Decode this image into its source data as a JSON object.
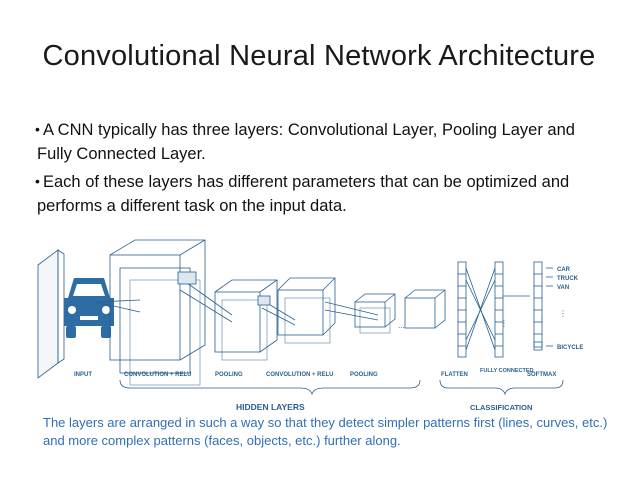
{
  "slide": {
    "title": "Convolutional Neural Network Architecture",
    "bullets": [
      {
        "marker": "•",
        "text": "A CNN typically has three layers: Convolutional Layer, Pooling Layer and Fully Connected Layer."
      },
      {
        "marker": "•",
        "text": "Each of these layers has different parameters that can be optimized and performs a different task on the input data."
      }
    ],
    "caption": "The layers are arranged in such a way so that they detect simpler patterns first (lines, curves, etc.) and more complex patterns (faces, objects, etc.) further along."
  },
  "diagram": {
    "stage_labels": {
      "input": "INPUT",
      "conv1": "CONVOLUTION + RELU",
      "pool1": "POOLING",
      "conv2": "CONVOLUTION + RELU",
      "pool2": "POOLING",
      "flatten": "FLATTEN",
      "fully_connected": "FULLY CONNECTED",
      "softmax": "SOFTMAX"
    },
    "group_labels": {
      "hidden": "HIDDEN LAYERS",
      "classification": "CLASSIFICATION"
    },
    "ellipsis": "...",
    "output_classes": [
      "CAR",
      "TRUCK",
      "VAN",
      "BICYCLE"
    ],
    "colors": {
      "line": "#2a5f8f",
      "car_icon": "#2e6ca4",
      "caption": "#2f6fb5"
    }
  }
}
